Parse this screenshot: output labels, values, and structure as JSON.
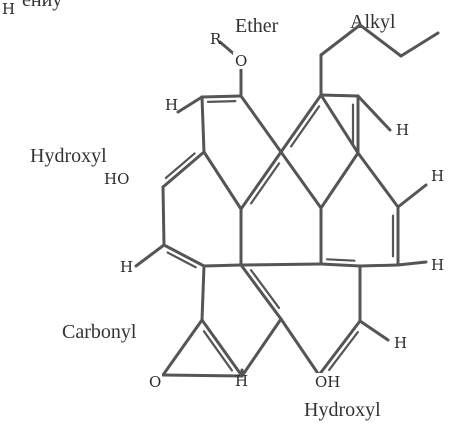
{
  "figure": {
    "corner_fragment": "H",
    "corner_fragment_text": "ениу"
  },
  "labels": {
    "ether": "Ether",
    "alkyl": "Alkyl",
    "hydroxyl_left": "Hydroxyl",
    "carbonyl": "Carbonyl",
    "hydroxyl_bottom": "Hydroxyl"
  },
  "atoms": {
    "r": "R",
    "o_ether": "O",
    "oh_left": "HO",
    "o_carbonyl": "O",
    "oh_bottom": "OH",
    "h": "H"
  }
}
